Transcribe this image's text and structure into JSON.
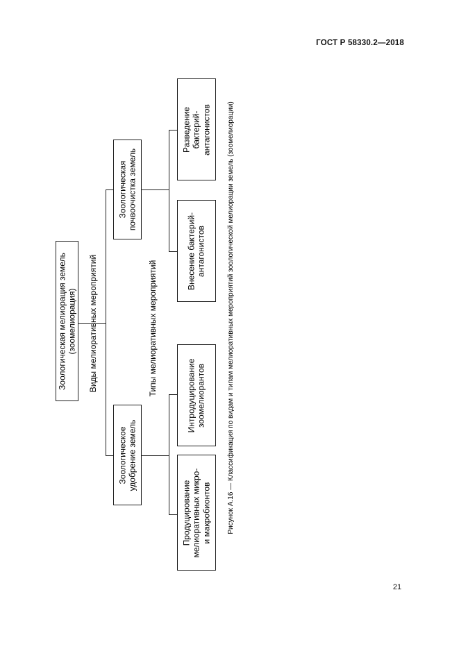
{
  "header": {
    "standard_ref": "ГОСТ Р 58330.2—2018"
  },
  "figure": {
    "root": {
      "label": "Зоологическая мелиорация земель\n(зоомелиорация)"
    },
    "kinds_axis_label": "Виды мелиоративных мероприятий",
    "types_axis_label": "Типы мелиоративных мероприятий",
    "kinds": [
      {
        "label": "Зоологическая\nпочвоочистка земель"
      },
      {
        "label": "Зоологическое\nудобрение земель"
      }
    ],
    "types": [
      {
        "label": "Разведение\nбактерий-\nантагонистов"
      },
      {
        "label": "Внесение бактерий-\nантагонистов"
      },
      {
        "label": "Интродуцирование\nзоомелиорантов"
      },
      {
        "label": "Продуцирование\nмелиоративных микро-\nи макробионтов"
      }
    ],
    "caption": "Рисунок А.16 — Классификация по видам и типам мелиоративных мероприятий зоологической мелиорации земель (зоомелиорации)"
  },
  "footer": {
    "page_number": "21"
  },
  "colors": {
    "text": "#000000",
    "line": "#1c1c1c",
    "background": "#ffffff"
  }
}
